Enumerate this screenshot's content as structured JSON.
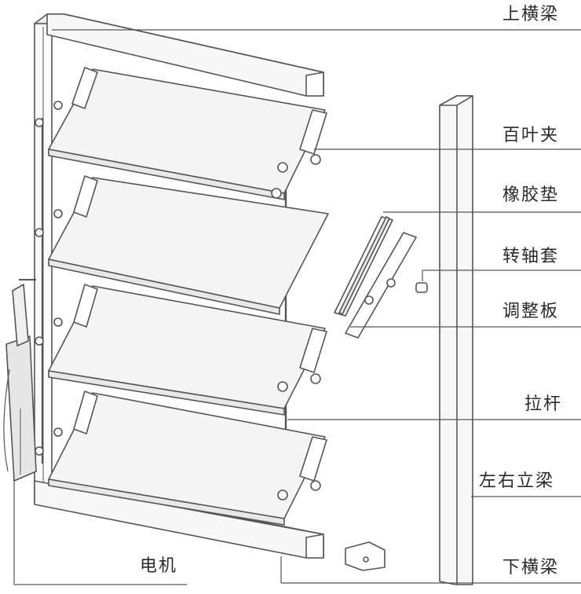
{
  "labels": {
    "top_beam": "上横梁",
    "louver_clip": "百叶夹",
    "rubber_pad": "橡胶垫",
    "pivot_sleeve": "转轴套",
    "adjust_plate": "调整板",
    "pull_rod": "拉杆",
    "side_post": "左右立梁",
    "bottom_beam": "下横梁",
    "motor": "电机"
  },
  "colors": {
    "line": "#555555",
    "frame_fill": "#fafafa",
    "glass_fill": "#f4f4f4",
    "text": "#2a2a2a",
    "motor_fill": "#e6e6e6"
  }
}
